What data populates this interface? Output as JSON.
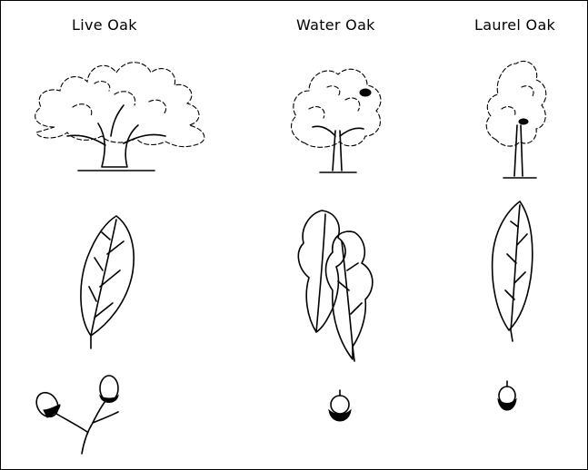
{
  "columns": [
    {
      "name": "Live Oak"
    },
    {
      "name": "Water Oak"
    },
    {
      "name": "Laurel Oak"
    }
  ]
}
